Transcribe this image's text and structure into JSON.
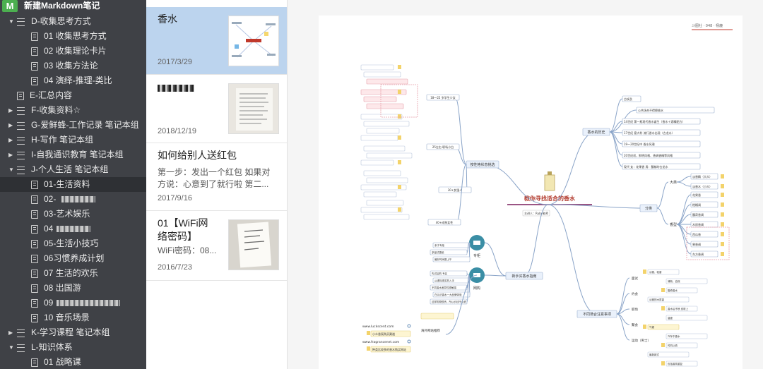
{
  "app": {
    "title": "新建Markdown笔记",
    "logo": "M"
  },
  "sidebar": {
    "items": [
      {
        "label": "D-收集思考方式",
        "type": "notebook",
        "expanded": true
      },
      {
        "label": "01 收集思考方式",
        "type": "note"
      },
      {
        "label": "02 收集理论卡片",
        "type": "note"
      },
      {
        "label": "03 收集方法论",
        "type": "note"
      },
      {
        "label": "04 演绎-推理-类比",
        "type": "note"
      },
      {
        "label": "E-汇总内容",
        "type": "note"
      },
      {
        "label": "F-收集资料☆",
        "type": "notebook",
        "expanded": false
      },
      {
        "label": "G-爱鲜蜂-工作记录 笔记本组",
        "type": "notebook",
        "expanded": false
      },
      {
        "label": "H-写作 笔记本组",
        "type": "notebook",
        "expanded": false
      },
      {
        "label": "I-自我通识教育 笔记本组",
        "type": "notebook",
        "expanded": false
      },
      {
        "label": "J-个人生活 笔记本组",
        "type": "notebook",
        "expanded": true
      },
      {
        "label": "01-生活资料",
        "type": "note",
        "selected": true
      },
      {
        "label": "02-",
        "type": "note",
        "blurred": true
      },
      {
        "label": "03-艺术娱乐",
        "type": "note"
      },
      {
        "label": "04",
        "type": "note",
        "blurred": true
      },
      {
        "label": "05-生活小技巧",
        "type": "note"
      },
      {
        "label": "06习惯养成计划",
        "type": "note"
      },
      {
        "label": "07 生活的欢乐",
        "type": "note"
      },
      {
        "label": "08 出国游",
        "type": "note"
      },
      {
        "label": "09",
        "type": "note",
        "blurred": true
      },
      {
        "label": "10 音乐场景",
        "type": "note"
      },
      {
        "label": "K-学习课程 笔记本组",
        "type": "notebook",
        "expanded": false
      },
      {
        "label": "L-知识体系",
        "type": "notebook",
        "expanded": true
      },
      {
        "label": "01 战略课",
        "type": "note"
      }
    ]
  },
  "notes": [
    {
      "title": "香水",
      "date": "2017/3/29",
      "snippet": "",
      "selected": true
    },
    {
      "title": "",
      "date": "2018/12/19",
      "snippet": "",
      "blurred": true
    },
    {
      "title": "如何给别人送红包",
      "date": "2017/9/16",
      "snippet": "第一步：发出一个红包 如果对方说：心意到了就行啦 第二..."
    },
    {
      "title": "01【WiFi网络密码】",
      "date": "2016/7/23",
      "snippet": "WiFi密码：08..."
    }
  ],
  "mindmap": {
    "watermark": "斗图社 · 048 · 杨鹿",
    "center": "教你寻找适合的香水",
    "author": "主讲人：Ruby老师",
    "branches": {
      "character": "按性格状态挑选",
      "history": "香水的历史",
      "category": "分类",
      "newbie": "新手买香水指南",
      "occasion": "不同场合注意事项"
    },
    "age_groups": [
      "18～22 岁学生少女",
      "25左右 职场小白",
      "30+女强人",
      "40+成熟女性"
    ],
    "history_items": [
      "古埃及",
      "公共场合不得擦香水",
      "14世纪 第一瓶现代香水诞生（香水＋酒精配方）",
      "17世纪 意大利 流行香水出现（古龙水）",
      "19～20世纪中 香水风潮",
      "20世纪初，鲜明风格、香调香精等风格",
      "现代 女：花果香 男：馥郁的古龙水"
    ],
    "category_groups": [
      "大类",
      "香型"
    ],
    "category_items": [
      "淡香精（大众）",
      "淡香水（小众）",
      "花果香",
      "柑橘调",
      "馥奇香调",
      "木质香调",
      "西瓜香",
      "果香调",
      "东方香调"
    ],
    "shopping": [
      "专柜",
      "网购"
    ],
    "shop_items": [
      "亲子专柜",
      "多留试香纸",
      "最好时间是上午",
      "先试后购 专区",
      "从虚拟现实购入手",
      "不同香水差异性很敏感",
      "在认识香水一大品牌体验",
      "这样购物很贵，所以价钱不会低"
    ],
    "websites": [
      "www.luckscent.com",
      "www.fragrancenet.com"
    ],
    "website_labels": [
      "小众香氛购买渠道",
      "种类比较多的香水购买网站",
      "海外网站推荐"
    ],
    "occasion_items": [
      "面试",
      "约会",
      "职场",
      "聚会",
      "运动（男士）"
    ],
    "occasion_details": [
      "淡雅，轻香",
      "清新，自然",
      "馥奇香水",
      "淡雅的木质香",
      "香水后不喷 皮肤上",
      "温度",
      "气候",
      "汽车中香水",
      "时机以低",
      "最新款式",
      "包括香氛重复"
    ]
  }
}
